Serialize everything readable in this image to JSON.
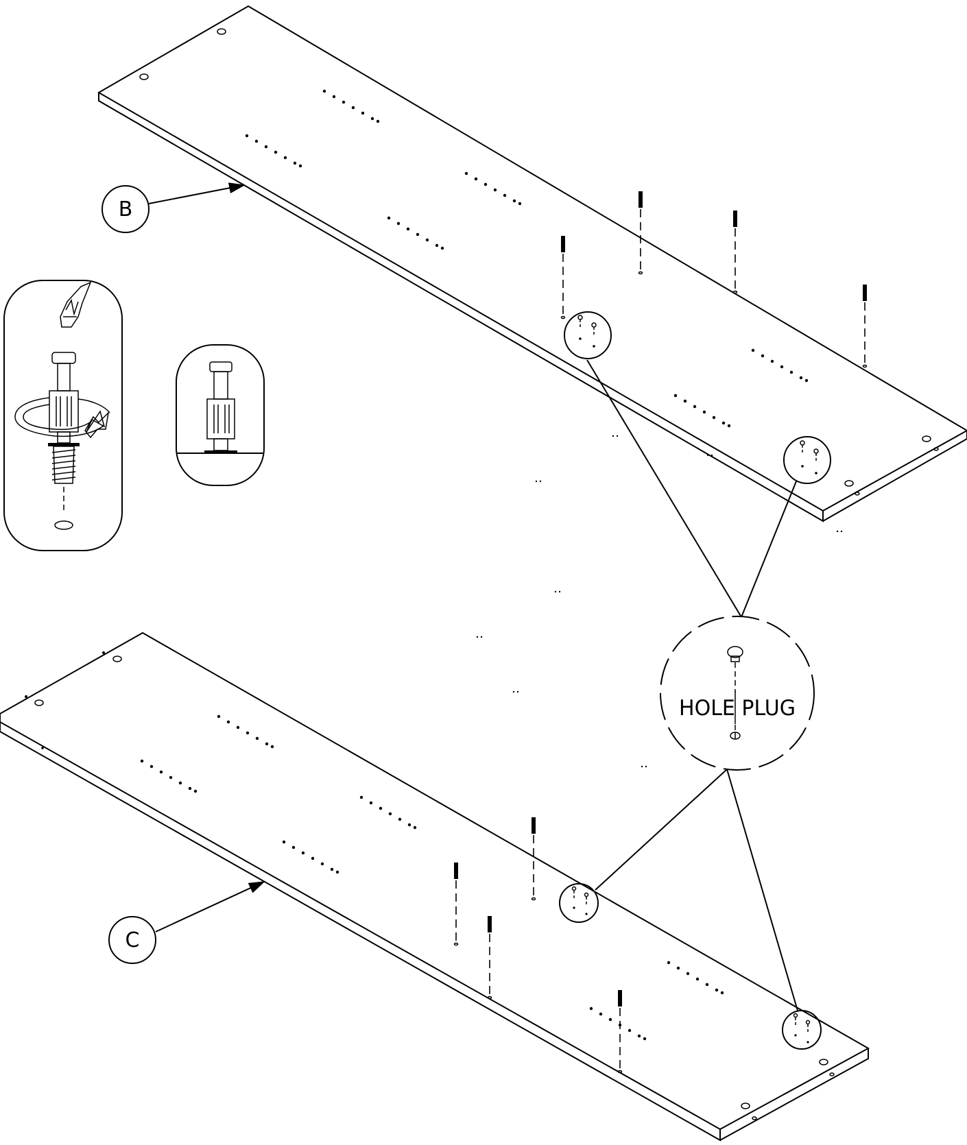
{
  "diagram": {
    "labels": {
      "panel_b": "B",
      "panel_c": "C",
      "hole_plug": "HOLE PLUG"
    },
    "line_color": "#000000",
    "background": "#ffffff",
    "icons": [
      "screwdriver-icon",
      "rotate-arrow-icon",
      "cam-dowel-icon"
    ]
  }
}
